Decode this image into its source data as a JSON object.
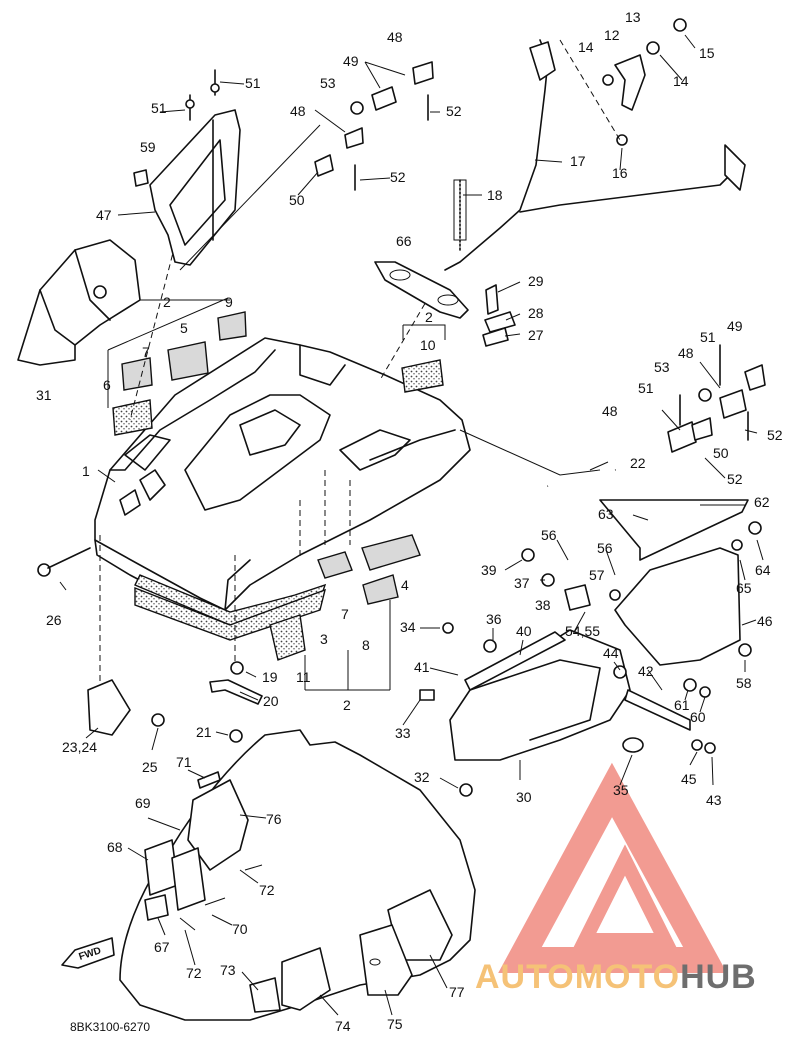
{
  "diagram": {
    "catalog_code": "8BK3100-6270",
    "fwd_label": "FWD",
    "watermark": {
      "text_a": "AUTOMOTO",
      "text_b": "HUB",
      "color_primary": "#f08a80",
      "color_accent": "#f4b860",
      "color_dark": "#555555"
    },
    "callouts": [
      {
        "id": "c1",
        "label": "1"
      },
      {
        "id": "c2a",
        "label": "2"
      },
      {
        "id": "c2b",
        "label": "2"
      },
      {
        "id": "c2c",
        "label": "2"
      },
      {
        "id": "c3",
        "label": "3"
      },
      {
        "id": "c4",
        "label": "4"
      },
      {
        "id": "c5",
        "label": "5"
      },
      {
        "id": "c6",
        "label": "6"
      },
      {
        "id": "c7a",
        "label": "7"
      },
      {
        "id": "c7b",
        "label": "7"
      },
      {
        "id": "c8",
        "label": "8"
      },
      {
        "id": "c9",
        "label": "9"
      },
      {
        "id": "c10",
        "label": "10"
      },
      {
        "id": "c11",
        "label": "11"
      },
      {
        "id": "c12",
        "label": "12"
      },
      {
        "id": "c13",
        "label": "13"
      },
      {
        "id": "c14a",
        "label": "14"
      },
      {
        "id": "c14b",
        "label": "14"
      },
      {
        "id": "c15",
        "label": "15"
      },
      {
        "id": "c16",
        "label": "16"
      },
      {
        "id": "c17",
        "label": "17"
      },
      {
        "id": "c18",
        "label": "18"
      },
      {
        "id": "c19",
        "label": "19"
      },
      {
        "id": "c20",
        "label": "20"
      },
      {
        "id": "c21",
        "label": "21"
      },
      {
        "id": "c22",
        "label": "22"
      },
      {
        "id": "c2324",
        "label": "23,24"
      },
      {
        "id": "c25",
        "label": "25"
      },
      {
        "id": "c26",
        "label": "26"
      },
      {
        "id": "c27",
        "label": "27"
      },
      {
        "id": "c28",
        "label": "28"
      },
      {
        "id": "c29",
        "label": "29"
      },
      {
        "id": "c30",
        "label": "30"
      },
      {
        "id": "c31",
        "label": "31"
      },
      {
        "id": "c32",
        "label": "32"
      },
      {
        "id": "c33",
        "label": "33"
      },
      {
        "id": "c34",
        "label": "34"
      },
      {
        "id": "c35",
        "label": "35"
      },
      {
        "id": "c36",
        "label": "36"
      },
      {
        "id": "c37",
        "label": "37"
      },
      {
        "id": "c38",
        "label": "38"
      },
      {
        "id": "c39",
        "label": "39"
      },
      {
        "id": "c40",
        "label": "40"
      },
      {
        "id": "c41",
        "label": "41"
      },
      {
        "id": "c42",
        "label": "42"
      },
      {
        "id": "c43",
        "label": "43"
      },
      {
        "id": "c44",
        "label": "44"
      },
      {
        "id": "c45",
        "label": "45"
      },
      {
        "id": "c46",
        "label": "46"
      },
      {
        "id": "c47",
        "label": "47"
      },
      {
        "id": "c48a",
        "label": "48"
      },
      {
        "id": "c48b",
        "label": "48"
      },
      {
        "id": "c48c",
        "label": "48"
      },
      {
        "id": "c48d",
        "label": "48"
      },
      {
        "id": "c49a",
        "label": "49"
      },
      {
        "id": "c49b",
        "label": "49"
      },
      {
        "id": "c50a",
        "label": "50"
      },
      {
        "id": "c50b",
        "label": "50"
      },
      {
        "id": "c51a",
        "label": "51"
      },
      {
        "id": "c51b",
        "label": "51"
      },
      {
        "id": "c51c",
        "label": "51"
      },
      {
        "id": "c51d",
        "label": "51"
      },
      {
        "id": "c52a",
        "label": "52"
      },
      {
        "id": "c52b",
        "label": "52"
      },
      {
        "id": "c52c",
        "label": "52"
      },
      {
        "id": "c52d",
        "label": "52"
      },
      {
        "id": "c53a",
        "label": "53"
      },
      {
        "id": "c53b",
        "label": "53"
      },
      {
        "id": "c5455",
        "label": "54,55"
      },
      {
        "id": "c56a",
        "label": "56"
      },
      {
        "id": "c56b",
        "label": "56"
      },
      {
        "id": "c57",
        "label": "57"
      },
      {
        "id": "c58",
        "label": "58"
      },
      {
        "id": "c59",
        "label": "59"
      },
      {
        "id": "c60",
        "label": "60"
      },
      {
        "id": "c61",
        "label": "61"
      },
      {
        "id": "c62",
        "label": "62"
      },
      {
        "id": "c63",
        "label": "63"
      },
      {
        "id": "c64",
        "label": "64"
      },
      {
        "id": "c65",
        "label": "65"
      },
      {
        "id": "c66",
        "label": "66"
      },
      {
        "id": "c67",
        "label": "67"
      },
      {
        "id": "c68",
        "label": "68"
      },
      {
        "id": "c69",
        "label": "69"
      },
      {
        "id": "c70",
        "label": "70"
      },
      {
        "id": "c71",
        "label": "71"
      },
      {
        "id": "c72a",
        "label": "72"
      },
      {
        "id": "c72b",
        "label": "72"
      },
      {
        "id": "c73",
        "label": "73"
      },
      {
        "id": "c74",
        "label": "74"
      },
      {
        "id": "c75",
        "label": "75"
      },
      {
        "id": "c76",
        "label": "76"
      },
      {
        "id": "c77",
        "label": "77"
      }
    ]
  }
}
